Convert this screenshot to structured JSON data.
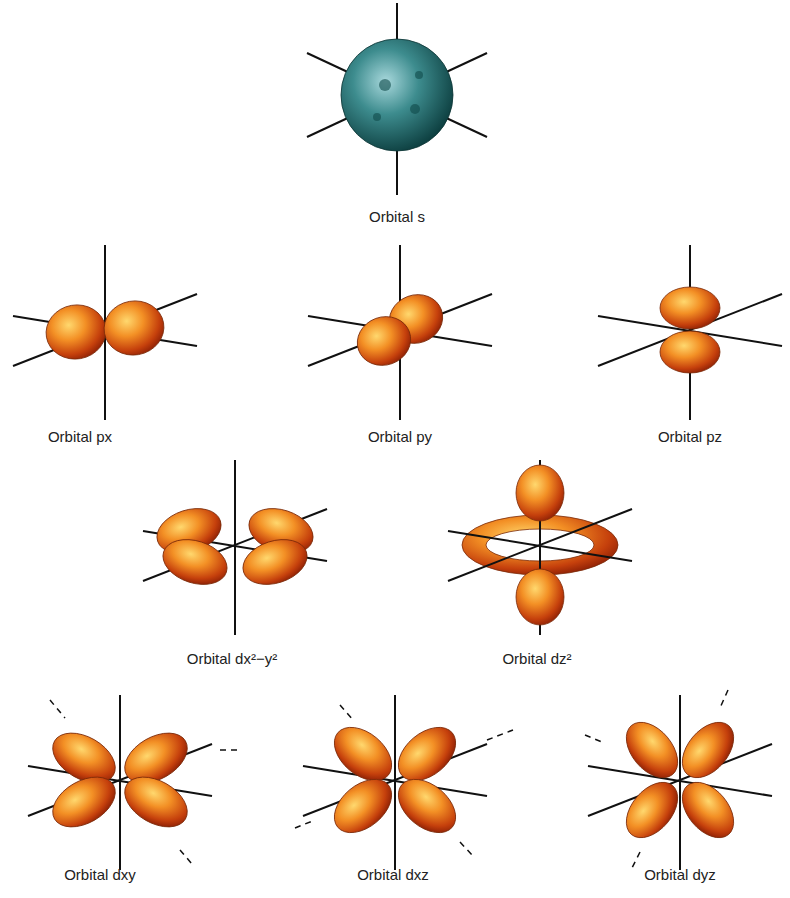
{
  "diagram": {
    "labels": [
      "Orbital s",
      "Orbital px",
      "Orbital py",
      "Orbital pz",
      "Orbital dx²−y²",
      "Orbital dz²",
      "Orbital dxy",
      "Orbital dxz",
      "Orbital dyz"
    ]
  }
}
